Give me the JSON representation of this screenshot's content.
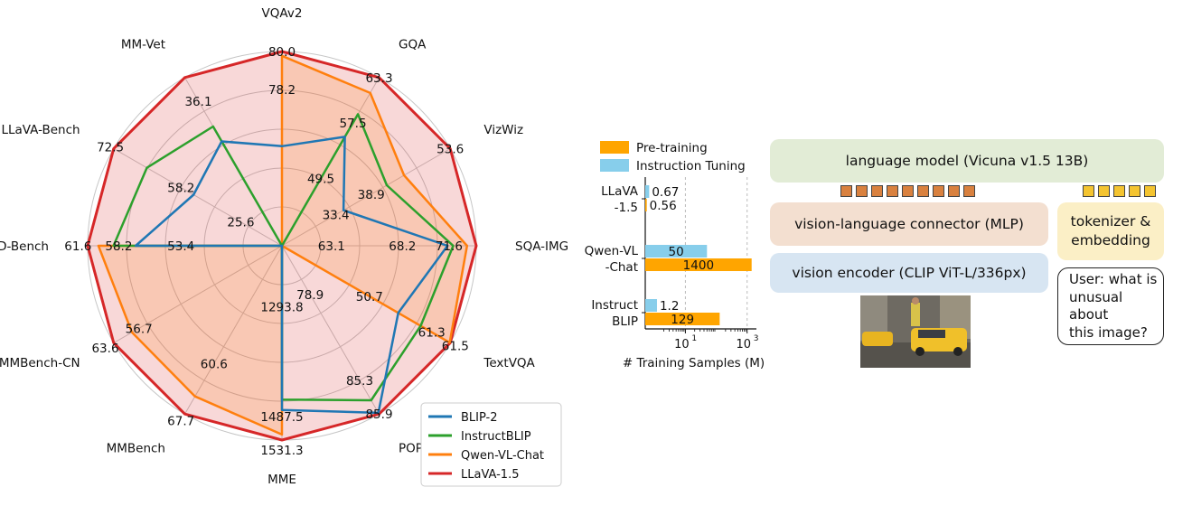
{
  "chart_data": [
    {
      "type": "radar",
      "axes": [
        "VQAv2",
        "GQA",
        "VizWiz",
        "SQA-IMG",
        "TextVQA",
        "POPE",
        "MME",
        "MMBench",
        "MMBench-CN",
        "SEED-Bench",
        "LLaVA-Bench",
        "MM-Vet"
      ],
      "axis_max": [
        80.0,
        63.3,
        53.6,
        71.6,
        61.5,
        85.9,
        1531.3,
        67.7,
        63.6,
        61.6,
        72.5,
        36.1
      ],
      "series": [
        {
          "name": "BLIP-2",
          "color": "#1f77b4",
          "values": [
            41.0,
            41.0,
            19.6,
            61.0,
            42.5,
            85.3,
            1293.8,
            null,
            null,
            46.4,
            38.1,
            22.4
          ],
          "fill": false
        },
        {
          "name": "InstructBLIP",
          "color": "#2ca02c",
          "values": [
            null,
            49.5,
            33.4,
            63.1,
            50.7,
            78.9,
            1212.8,
            null,
            null,
            53.4,
            58.2,
            25.6
          ],
          "fill": false
        },
        {
          "name": "Qwen-VL-Chat",
          "color": "#ff7f0e",
          "values": [
            78.2,
            57.5,
            38.9,
            68.2,
            61.3,
            null,
            1487.5,
            60.6,
            56.7,
            58.2,
            null,
            null
          ],
          "fill": true
        },
        {
          "name": "LLaVA-1.5",
          "color": "#d62728",
          "values": [
            80.0,
            63.3,
            53.6,
            71.6,
            61.5,
            85.9,
            1531.3,
            67.7,
            63.6,
            61.6,
            72.5,
            36.1
          ],
          "fill": true
        }
      ],
      "labels": [
        {
          "text": "80.0",
          "axis": 0,
          "r": 1.0
        },
        {
          "text": "78.2",
          "axis": 0,
          "r": 0.805
        },
        {
          "text": "63.3",
          "axis": 1,
          "r": 1.0
        },
        {
          "text": "57.5",
          "axis": 1,
          "r": 0.73
        },
        {
          "text": "49.5",
          "axis": 1,
          "r": 0.4
        },
        {
          "text": "53.6",
          "axis": 2,
          "r": 1.0
        },
        {
          "text": "38.9",
          "axis": 2,
          "r": 0.53
        },
        {
          "text": "33.4",
          "axis": 2,
          "r": 0.32
        },
        {
          "text": "71.6",
          "axis": 3,
          "r": 0.86
        },
        {
          "text": "68.2",
          "axis": 3,
          "r": 0.62
        },
        {
          "text": "63.1",
          "axis": 3,
          "r": 0.255
        },
        {
          "text": "61.5",
          "axis": 4,
          "r": 1.03
        },
        {
          "text": "61.3",
          "axis": 4,
          "r": 0.89
        },
        {
          "text": "50.7",
          "axis": 4,
          "r": 0.52
        },
        {
          "text": "85.9",
          "axis": 5,
          "r": 1.0
        },
        {
          "text": "85.3",
          "axis": 5,
          "r": 0.8
        },
        {
          "text": "78.9",
          "axis": 5,
          "r": 0.29
        },
        {
          "text": "1531.3",
          "axis": 6,
          "r": 1.05
        },
        {
          "text": "1487.5",
          "axis": 6,
          "r": 0.88
        },
        {
          "text": "1293.8",
          "axis": 6,
          "r": 0.315
        },
        {
          "text": "67.7",
          "axis": 7,
          "r": 1.04
        },
        {
          "text": "60.6",
          "axis": 7,
          "r": 0.7
        },
        {
          "text": "63.6",
          "axis": 8,
          "r": 1.05
        },
        {
          "text": "56.7",
          "axis": 8,
          "r": 0.85
        },
        {
          "text": "61.6",
          "axis": 9,
          "r": 1.05
        },
        {
          "text": "58.2",
          "axis": 9,
          "r": 0.84
        },
        {
          "text": "53.4",
          "axis": 9,
          "r": 0.52
        },
        {
          "text": "72.5",
          "axis": 10,
          "r": 1.02
        },
        {
          "text": "58.2",
          "axis": 10,
          "r": 0.6
        },
        {
          "text": "25.6",
          "axis": 10,
          "r": 0.245
        },
        {
          "text": "36.1",
          "axis": 11,
          "r": 0.86
        }
      ],
      "grid": true,
      "legend_position": "bottom-right"
    },
    {
      "type": "bar",
      "orientation": "horizontal",
      "categories": [
        "LLaVA\n-1.5",
        "Qwen-VL\n-Chat",
        "Instruct\nBLIP"
      ],
      "series": [
        {
          "name": "Instruction Tuning",
          "color": "#87ceeb",
          "values": [
            0.67,
            50,
            1.2
          ],
          "value_labels": [
            "0.67",
            "50",
            "1.2"
          ]
        },
        {
          "name": "Pre-training",
          "color": "#ffa500",
          "values": [
            0.56,
            1400,
            129
          ],
          "value_labels": [
            "0.56",
            "1400",
            "129"
          ]
        }
      ],
      "xlabel": "# Training Samples (M)",
      "xscale": "log",
      "xlim": [
        0.5,
        2000
      ],
      "xticks": [
        {
          "base": "10",
          "exp": "1",
          "value": 10
        },
        {
          "base": "10",
          "exp": "3",
          "value": 1000
        }
      ],
      "grid": "x-dashed",
      "legend_position": "top"
    }
  ],
  "diagram": {
    "language_model": "language model (Vicuna v1.5 13B)",
    "connector": "vision-language connector (MLP)",
    "vision_encoder": "vision encoder (CLIP ViT-L/336px)",
    "tokenizer_line1": "tokenizer &",
    "tokenizer_line2": "embedding",
    "question_line1": "User: what is",
    "question_line2": "unusual about",
    "question_line3": "this image?",
    "lm_token_count": 9,
    "text_token_count": 5
  }
}
